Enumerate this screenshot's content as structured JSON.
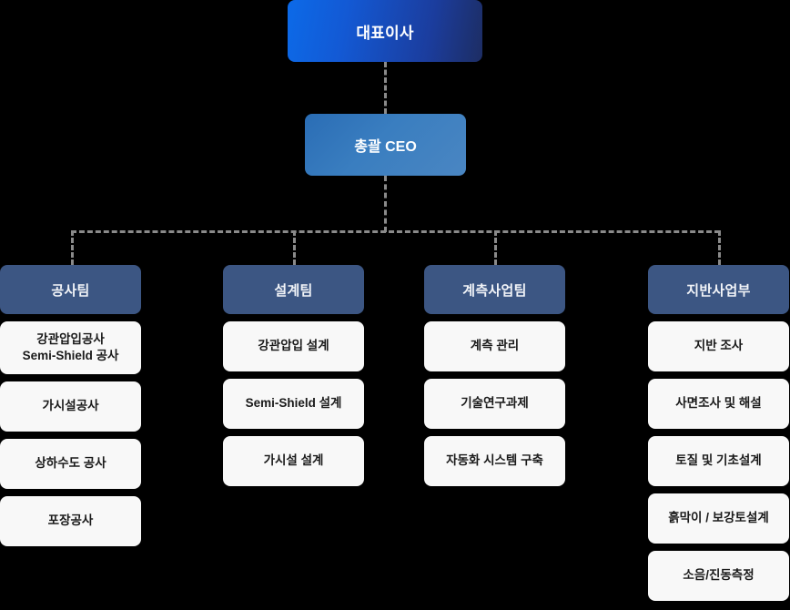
{
  "chart": {
    "type": "org-chart",
    "background_color": "#000000",
    "executive": {
      "label": "대표이사",
      "color_start": "#0c6ae8",
      "color_end": "#1d2d63"
    },
    "general_manager": {
      "label": "총괄 CEO",
      "color_start": "#2a6db5",
      "color_end": "#4a86c2"
    },
    "connector_color": "#8a8a8a",
    "department_color": "#3c5683",
    "item_color": "#f8f8f8",
    "departments": [
      {
        "name": "공사팀",
        "items": [
          "강관압입공사\nSemi-Shield  공사",
          "가시설공사",
          "상하수도 공사",
          "포장공사"
        ]
      },
      {
        "name": "설계팀",
        "items": [
          "강관압입 설계",
          "Semi-Shield  설계",
          "가시설 설계"
        ]
      },
      {
        "name": "계측사업팀",
        "items": [
          "계측 관리",
          "기술연구과제",
          "자동화 시스템 구축"
        ]
      },
      {
        "name": "지반사업부",
        "items": [
          "지반 조사",
          "사면조사 및 해설",
          "토질 및 기초설계",
          "흙막이 / 보강토설계",
          "소음/진동측정"
        ]
      }
    ]
  }
}
